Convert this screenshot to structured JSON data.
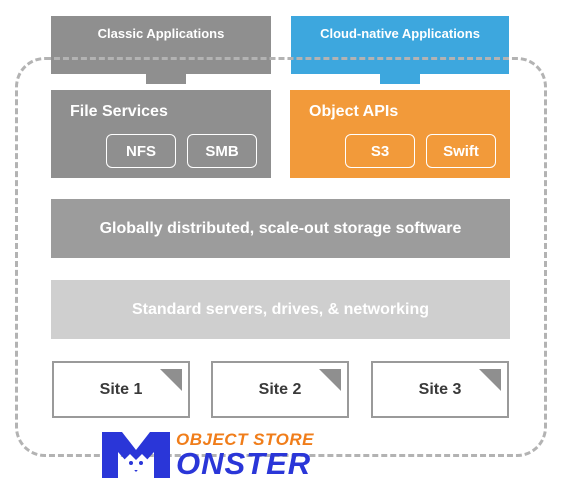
{
  "apps": {
    "classic_label": "Classic Applications",
    "cloud_label": "Cloud-native Applications"
  },
  "file_services": {
    "title": "File Services",
    "protocols": [
      "NFS",
      "SMB"
    ]
  },
  "object_apis": {
    "title": "Object APIs",
    "protocols": [
      "S3",
      "Swift"
    ]
  },
  "layers": {
    "software": "Globally distributed, scale-out storage software",
    "hardware": "Standard servers, drives, & networking"
  },
  "sites": [
    "Site 1",
    "Site 2",
    "Site 3"
  ],
  "logo": {
    "line1": "OBJECT STORE",
    "line2": "ONSTER"
  },
  "colors": {
    "gray": "#8f8f8f",
    "blue": "#3da7de",
    "orange": "#f29a3a",
    "logo_blue": "#2a36d8",
    "logo_orange": "#f07d1a"
  }
}
